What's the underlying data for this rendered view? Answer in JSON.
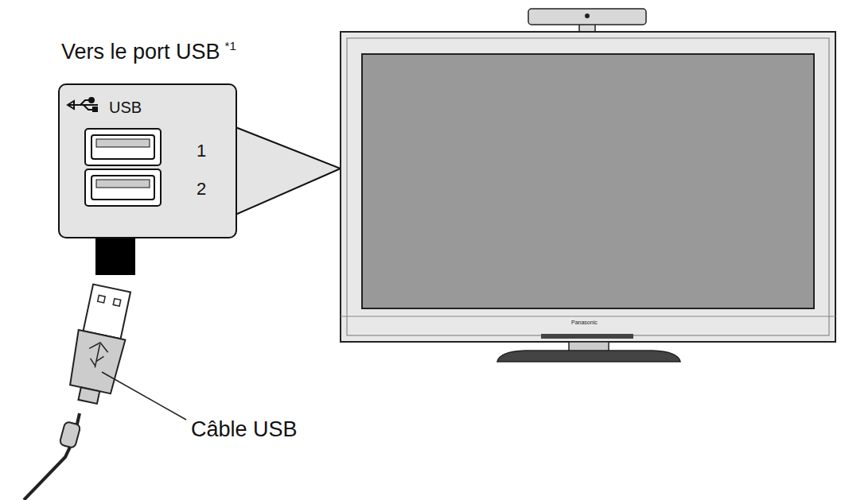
{
  "diagram": {
    "nodes": [
      {
        "text": [
          "USB",
          "1",
          "2"
        ]
      }
    ],
    "labels": [
      "Vers le port USB",
      "*1",
      "Câble USB",
      "Panasonic"
    ]
  }
}
